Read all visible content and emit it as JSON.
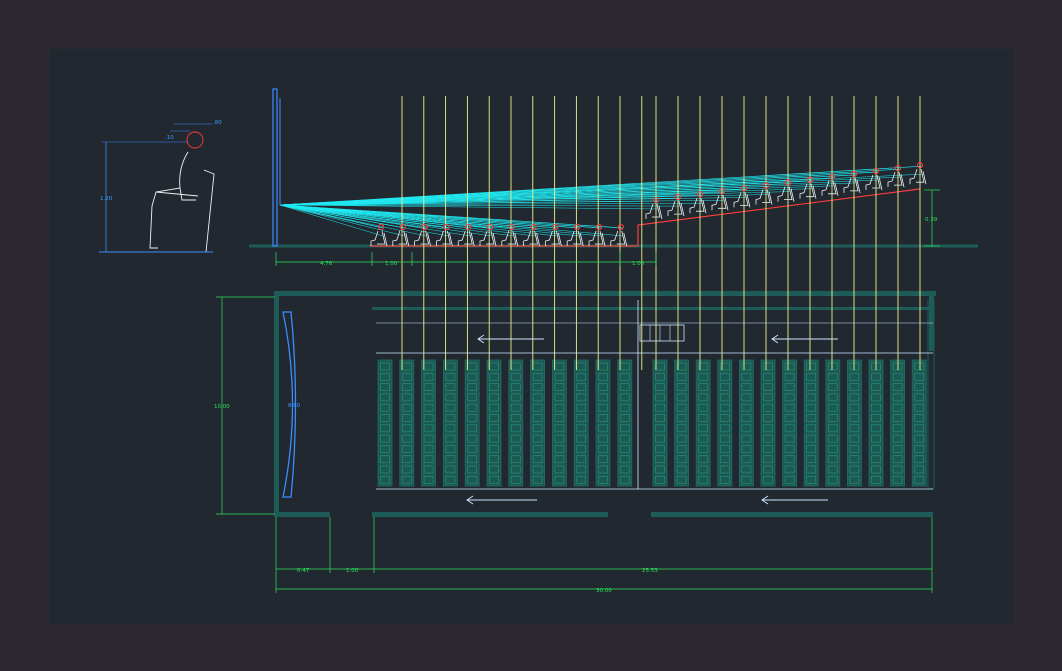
{
  "colors": {
    "background": "#2d2930",
    "model_space": "#212830",
    "wall": "#1d5c57",
    "seat_block": "#1e6e63",
    "sight_line": "#f2f08a",
    "sight_fan": "#20e8f0",
    "dimension": "#2ee05a",
    "figure": "#eef2f4",
    "head": "#ff3b3b",
    "screen": "#3a8cff",
    "guide": "#cfe6ff"
  },
  "figure": {
    "height_label": "1.20",
    "head_offset_label": ".80",
    "eye_offset_label": ".10"
  },
  "section": {
    "screen_distance_label": "4.76",
    "first_row_label": "1.00",
    "aisle_label": "1.00",
    "rise_label": "0.39"
  },
  "plan": {
    "depth_label": "10.00",
    "screen_label": "8.60",
    "dims": {
      "side_label": "0.47",
      "entry_label": "1.00",
      "seating_label": "25.53",
      "total_label": "30.00"
    }
  }
}
